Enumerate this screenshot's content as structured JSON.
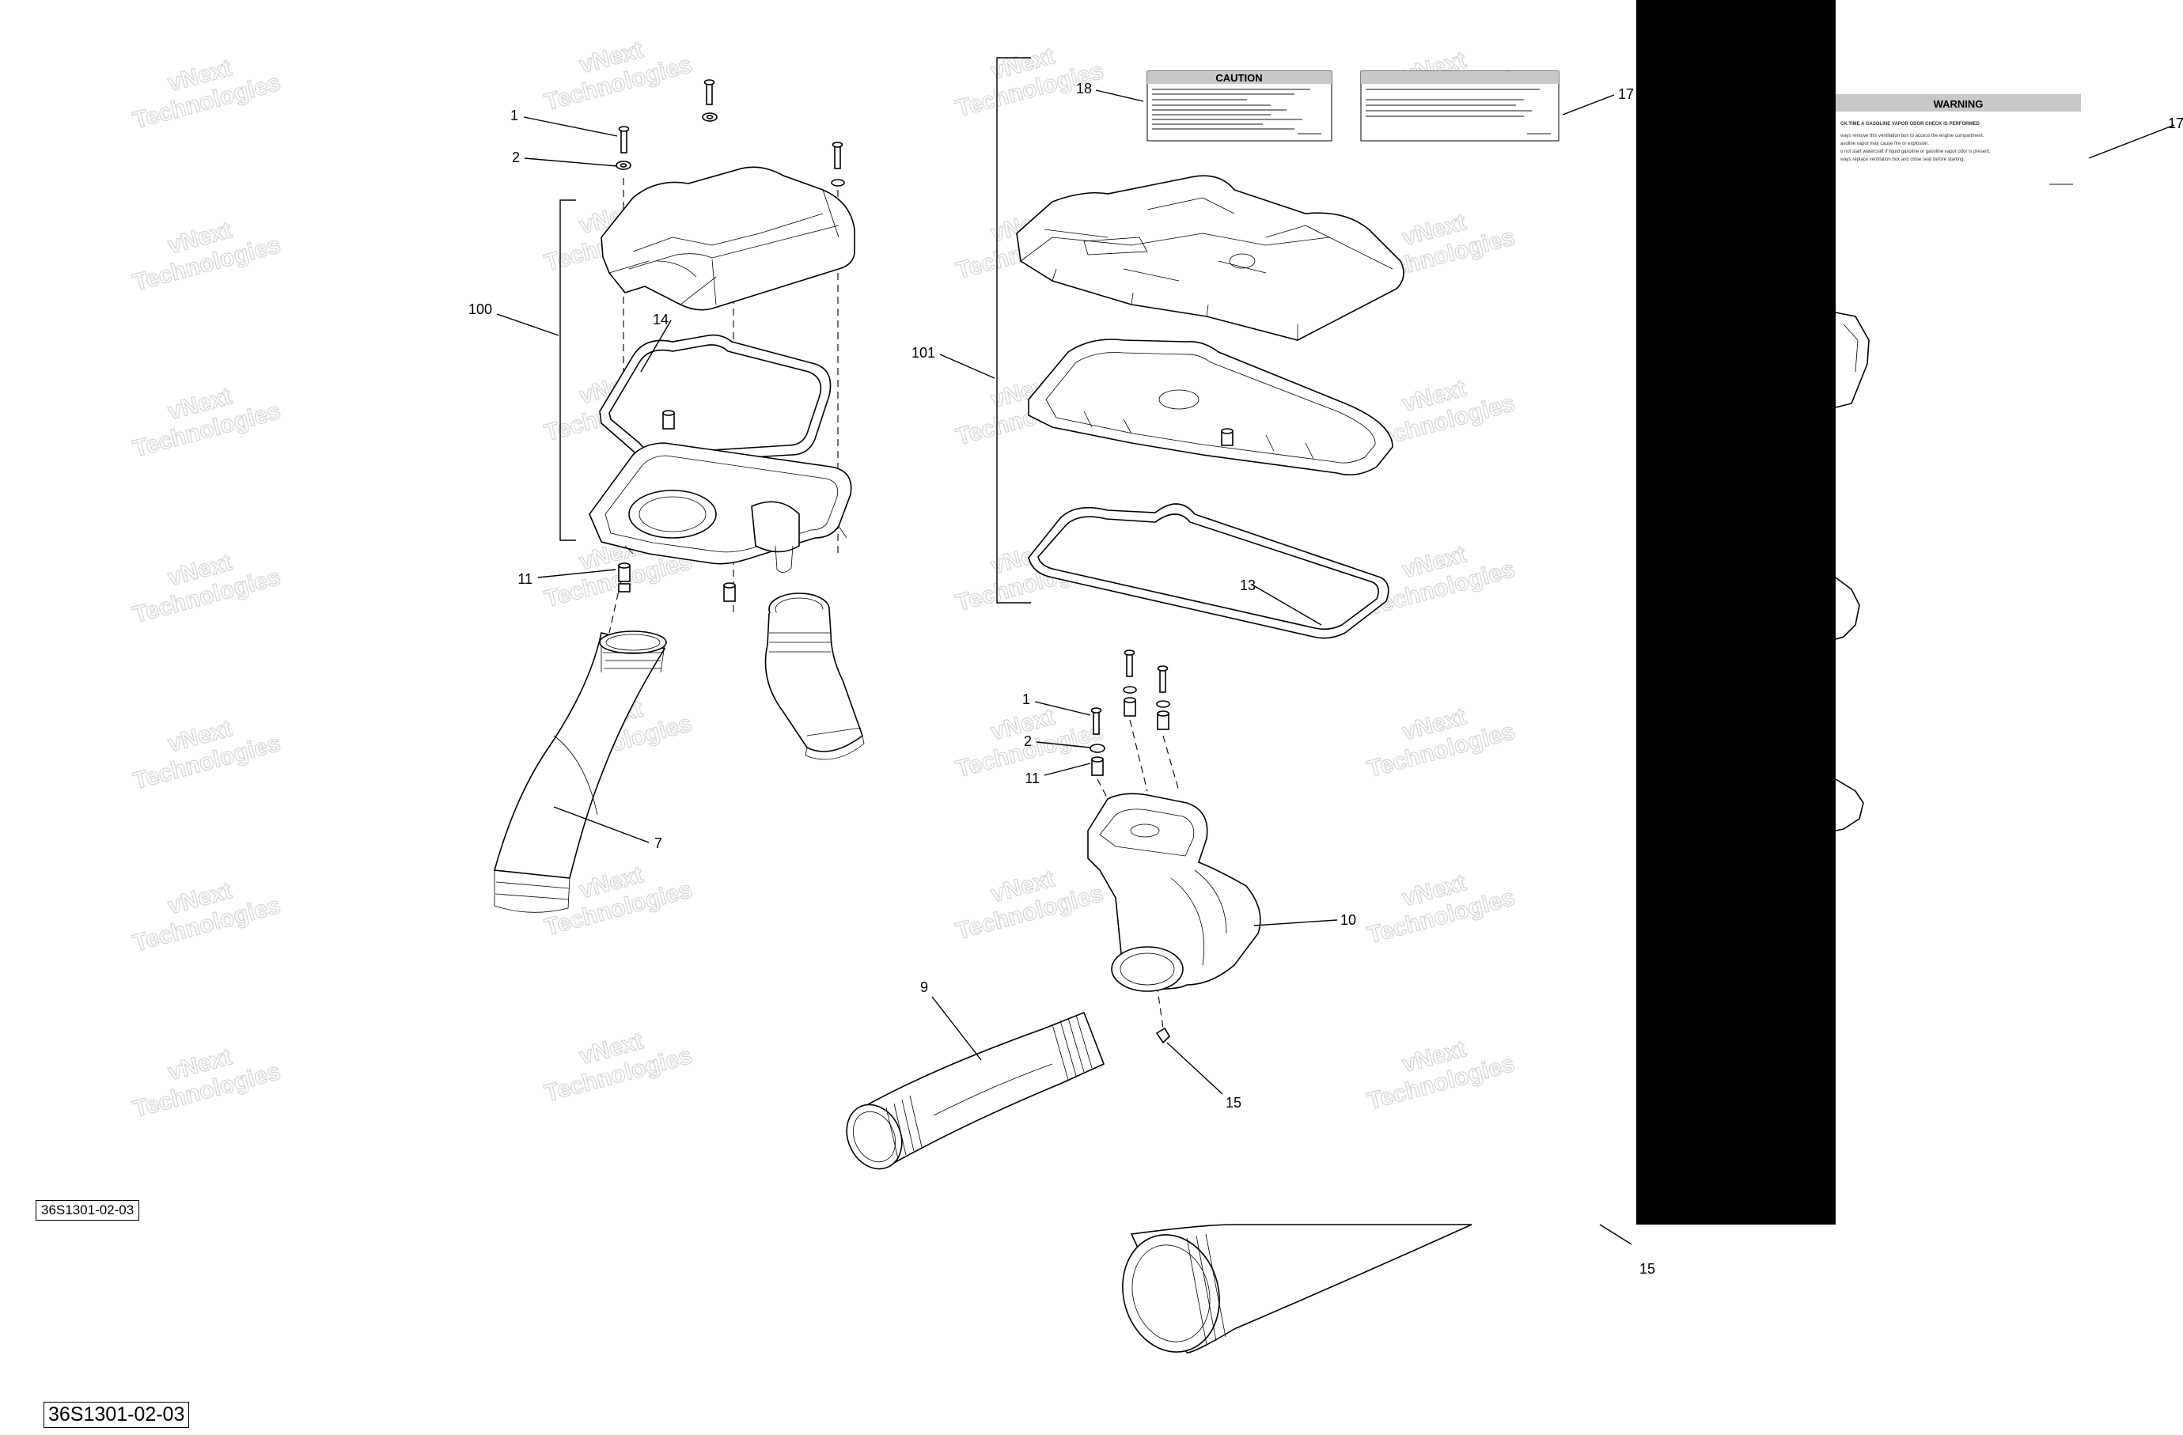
{
  "drawing_number": "36S1301-02-03",
  "watermark": {
    "line1": "vNext",
    "line2": "Technologies"
  },
  "callouts": {
    "c1a": "1",
    "c2a": "2",
    "c100": "100",
    "c14": "14",
    "c11a": "11",
    "c7": "7",
    "c18": "18",
    "c17": "17",
    "c101": "101",
    "c13": "13",
    "c1b": "1",
    "c2b": "2",
    "c11b": "11",
    "c10": "10",
    "c9": "9",
    "c15": "15",
    "c17dup": "17",
    "c15dup": "15"
  },
  "labels": {
    "caution": {
      "title": "CAUTION"
    },
    "warning": {
      "title": "WARNING",
      "subtitle": "CK TIME A GASOLINE VAPOR ODOR CHECK IS PERFORMED",
      "lines": [
        "ways remove this ventilation box to access the engine compartment.",
        "asoline vapor may cause fire or explosion.",
        "o not start watercraft if liquid gasoline or gasoline vapor odor is present.",
        "ways replace ventilation box and close seat before starting."
      ]
    }
  },
  "colors": {
    "line": "#000000",
    "watermark": "#d4d4d4",
    "label_header": "#c8c8c8",
    "panel": "#000000"
  }
}
